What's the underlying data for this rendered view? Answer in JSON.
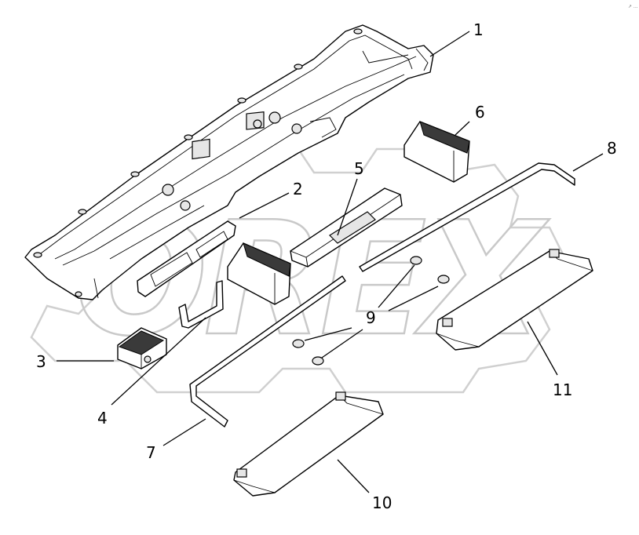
{
  "watermark": {
    "text": "OREX"
  },
  "corner_mark": "↗ ...",
  "callouts": [
    {
      "id": "callout-1",
      "label": "1"
    },
    {
      "id": "callout-2",
      "label": "2"
    },
    {
      "id": "callout-3",
      "label": "3"
    },
    {
      "id": "callout-4",
      "label": "4"
    },
    {
      "id": "callout-5",
      "label": "5"
    },
    {
      "id": "callout-6",
      "label": "6"
    },
    {
      "id": "callout-7",
      "label": "7"
    },
    {
      "id": "callout-8",
      "label": "8"
    },
    {
      "id": "callout-9",
      "label": "9"
    },
    {
      "id": "callout-10",
      "label": "10"
    },
    {
      "id": "callout-11",
      "label": "11"
    }
  ]
}
